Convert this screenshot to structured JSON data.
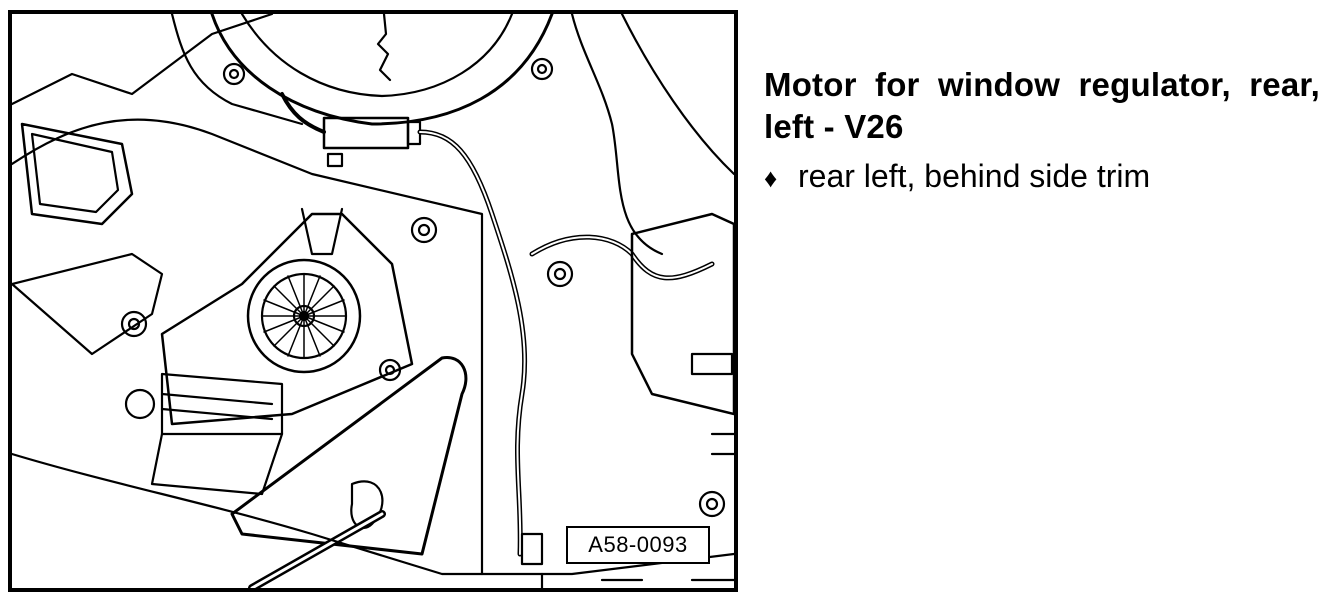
{
  "figure": {
    "code": "A58-0093"
  },
  "heading": "Motor for window regulator, rear, left - V26",
  "bullets": [
    {
      "symbol": "♦",
      "text": "rear left, behind side trim"
    }
  ]
}
